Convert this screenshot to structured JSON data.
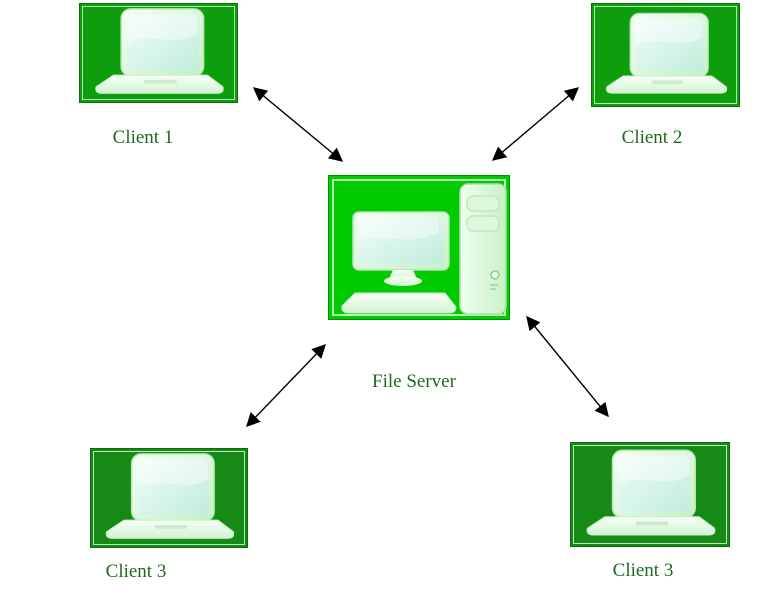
{
  "diagram": {
    "nodes": {
      "client1": {
        "label": "Client 1",
        "icon": "laptop-icon"
      },
      "client2": {
        "label": "Client 2",
        "icon": "laptop-icon"
      },
      "server": {
        "label": "File Server",
        "icon": "desktop-computer-icon"
      },
      "client3_left": {
        "label": "Client 3",
        "icon": "laptop-icon"
      },
      "client3_right": {
        "label": "Client 3",
        "icon": "laptop-icon"
      }
    },
    "connections": [
      {
        "from": "client1",
        "to": "server",
        "style": "double-headed-arrow"
      },
      {
        "from": "client2",
        "to": "server",
        "style": "double-headed-arrow"
      },
      {
        "from": "client3_left",
        "to": "server",
        "style": "double-headed-arrow"
      },
      {
        "from": "client3_right",
        "to": "server",
        "style": "double-headed-arrow"
      }
    ],
    "colors": {
      "client_box_green": "#0d9d0d",
      "client_box_green_dark": "#178917",
      "server_box_green": "#00cb00",
      "label_text_green": "#1e6b1e",
      "arrow_color": "#000000",
      "background": "#ffffff"
    }
  }
}
